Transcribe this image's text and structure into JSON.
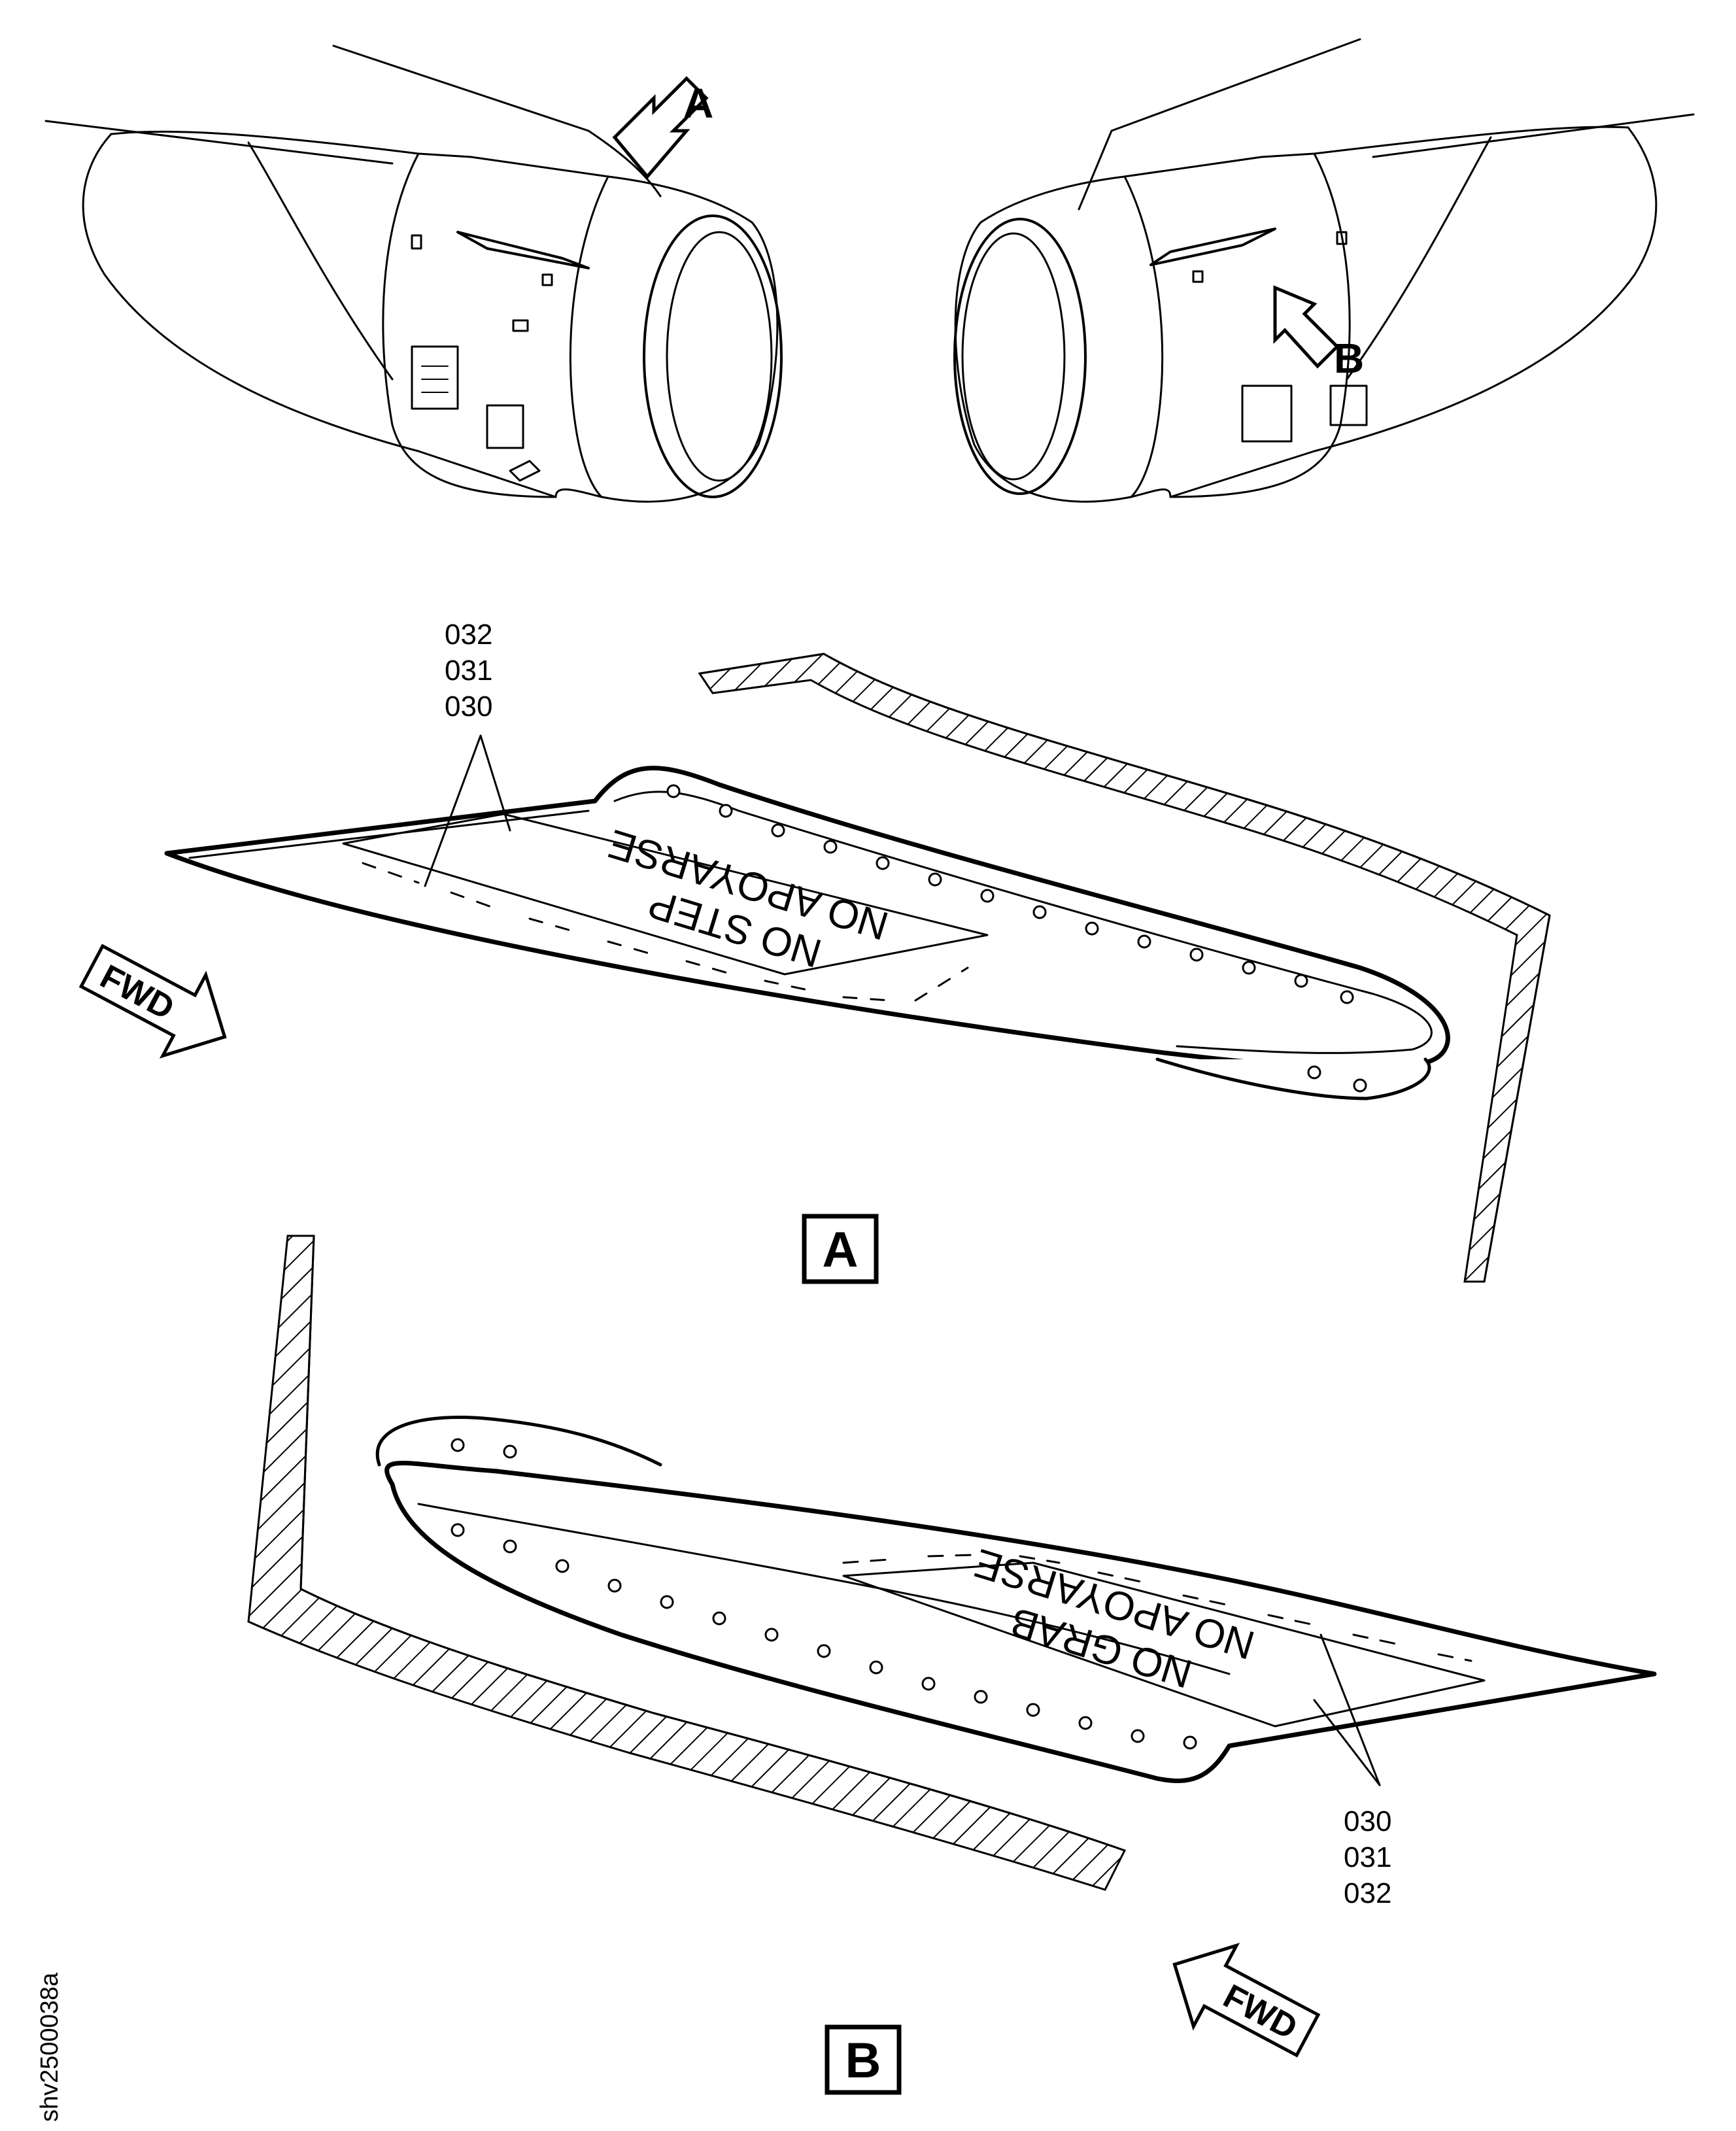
{
  "figure_id": "shv2500038a",
  "views": {
    "a": {
      "letter": "A",
      "callouts": [
        "032",
        "031",
        "030"
      ],
      "placard_lines": [
        "NO STEP",
        "NO APOYARSE"
      ]
    },
    "b": {
      "letter": "B",
      "callouts": [
        "030",
        "031",
        "032"
      ],
      "placard_lines": [
        "NO GRAB",
        "NO APOYARSE"
      ]
    }
  },
  "fwd_label": "FWD",
  "colors": {
    "ink": "#000000",
    "paper": "#ffffff"
  }
}
